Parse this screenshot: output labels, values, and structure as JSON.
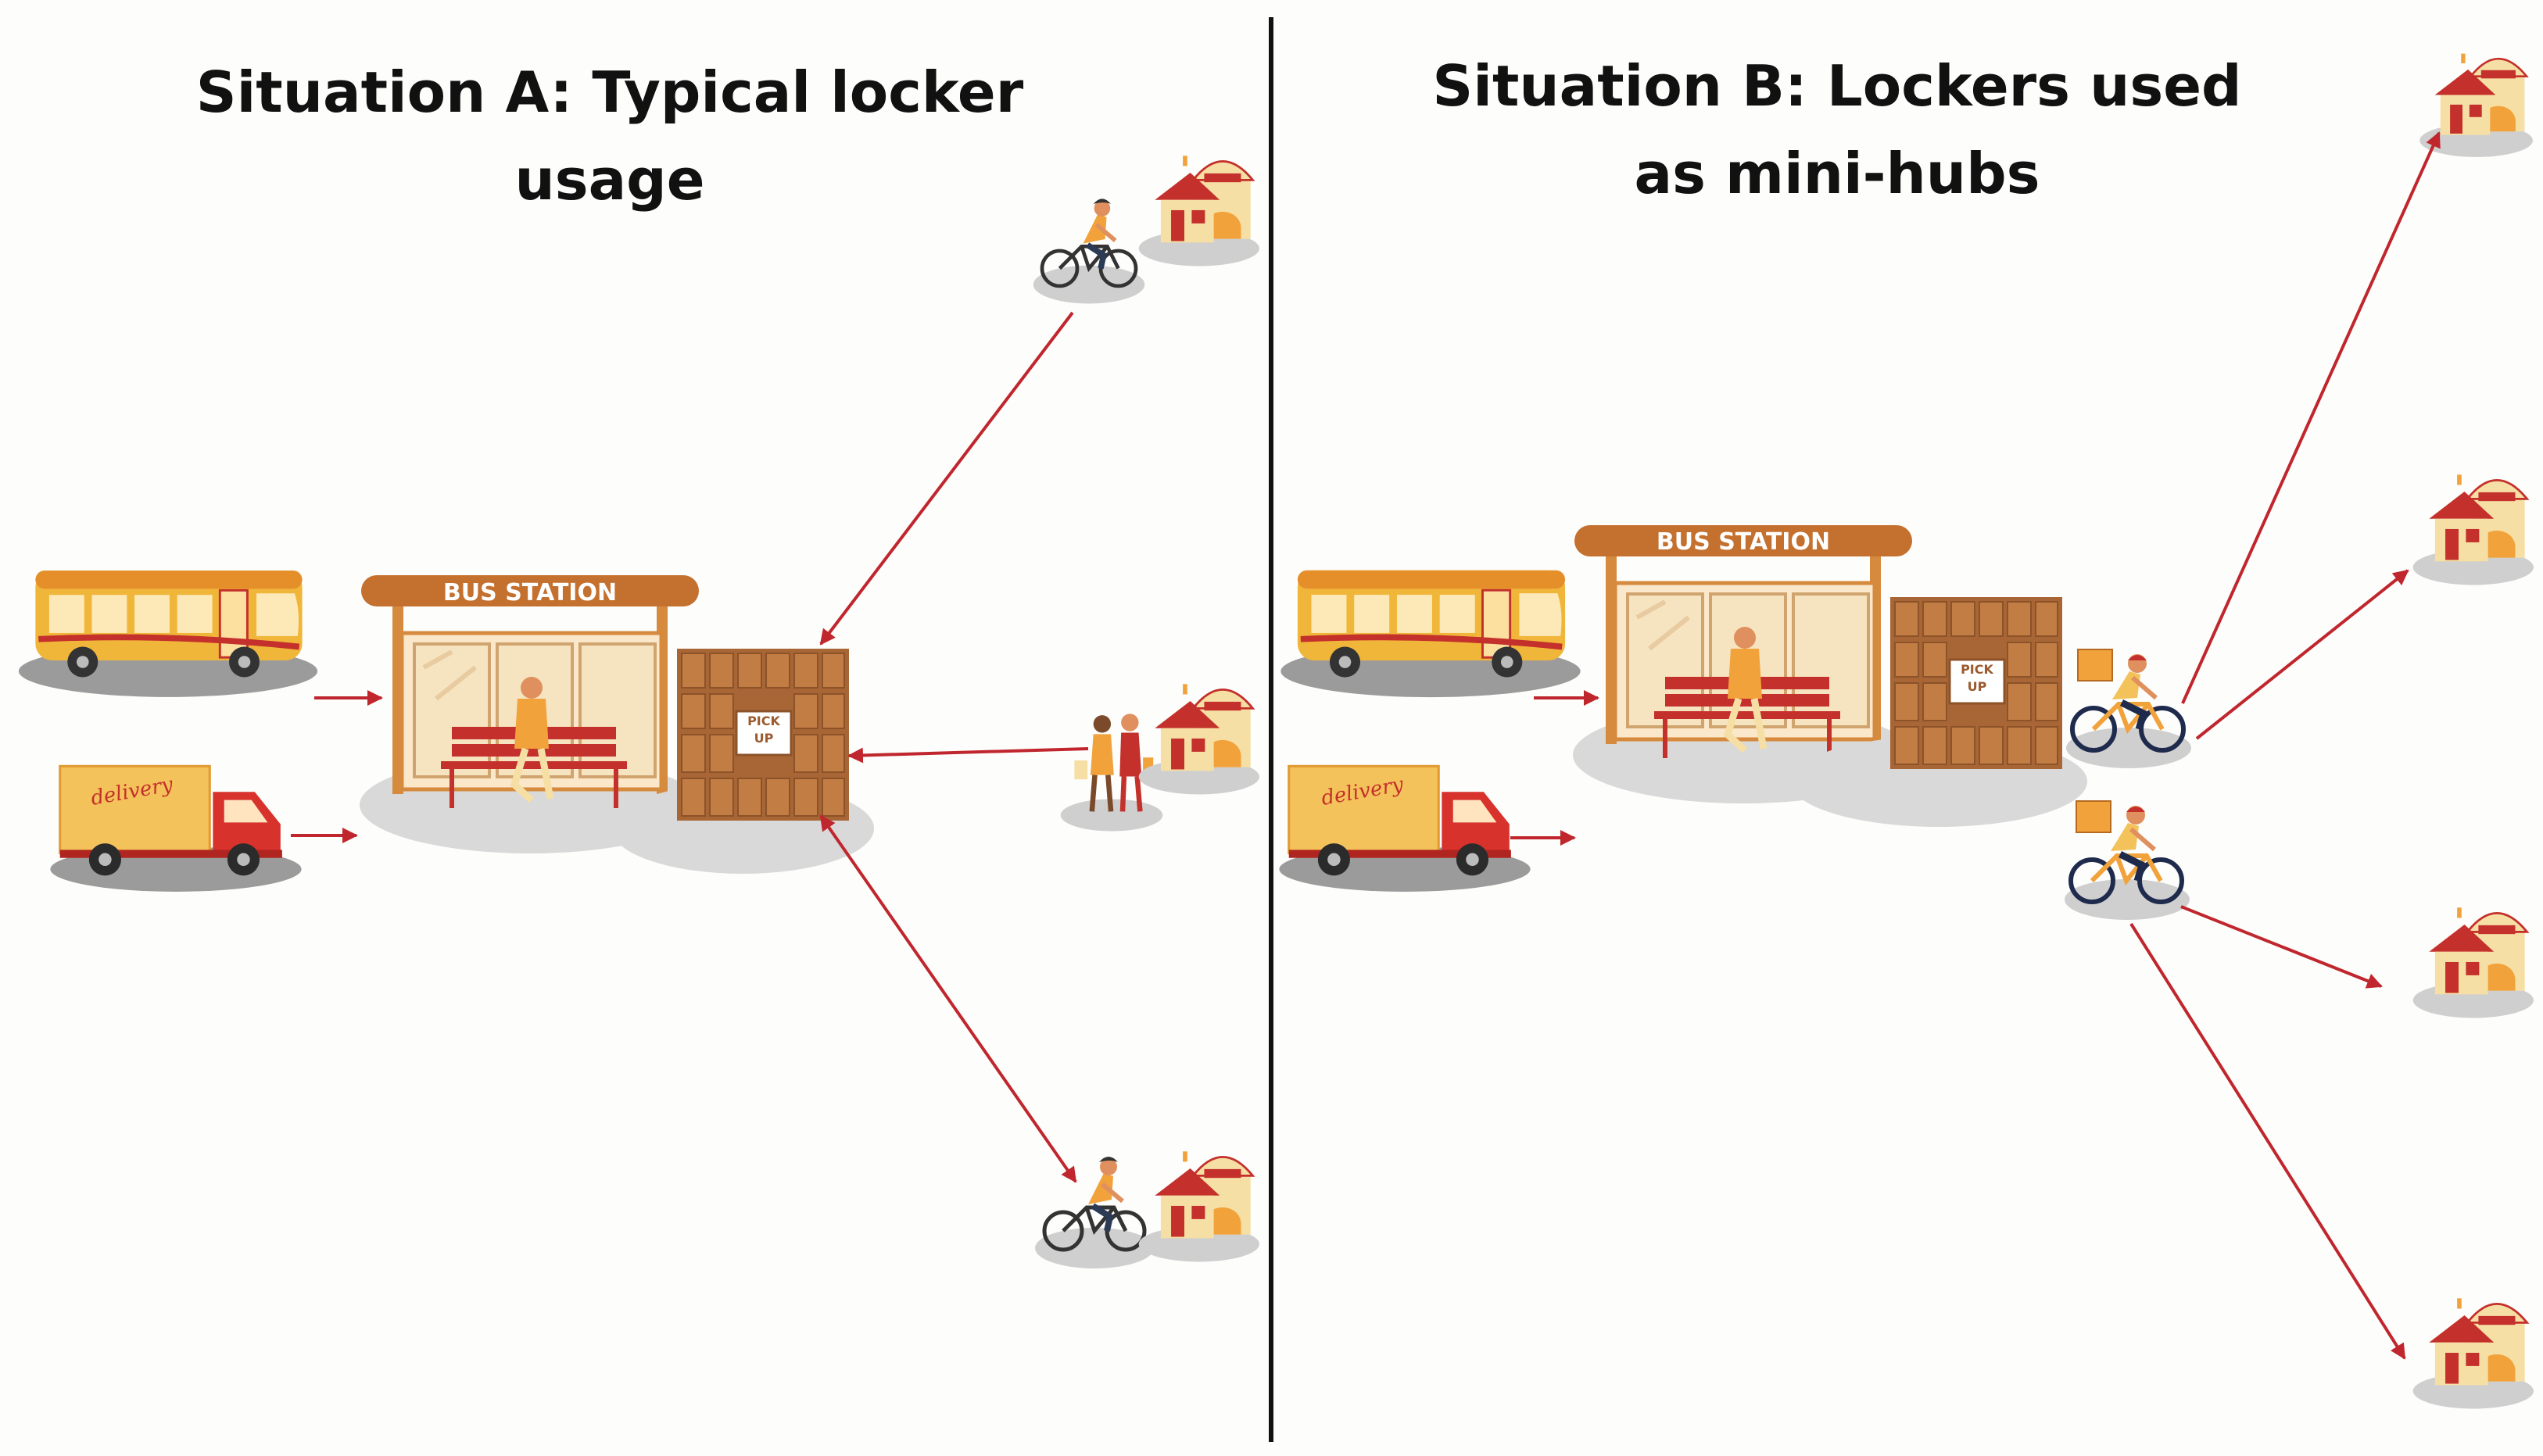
{
  "situation_a": {
    "title": "Situation A: Typical locker usage",
    "station_label": "BUS STATION",
    "locker_label_line1": "PICK",
    "locker_label_line2": "UP"
  },
  "situation_b": {
    "title_line1": "Situation B: Lockers used",
    "title_line2": "as mini-hubs",
    "station_label": "BUS STATION",
    "locker_label_line1": "PICK",
    "locker_label_line2": "UP"
  },
  "truck_logo_text": "delivery",
  "colors": {
    "arrow": "#c0262d",
    "divider": "#111111",
    "station_roof": "#c4702e",
    "locker": "#a86636",
    "bus": "#f0b63a",
    "truck_body": "#d8322d",
    "truck_cargo": "#f4c25a",
    "ground_shadow": "#cfcfcf"
  },
  "icons": [
    "bus-icon",
    "delivery-truck-icon",
    "bus-station-icon",
    "locker-icon",
    "cyclist-icon",
    "courier-cyclist-icon",
    "pedestrians-icon",
    "house-icon"
  ]
}
